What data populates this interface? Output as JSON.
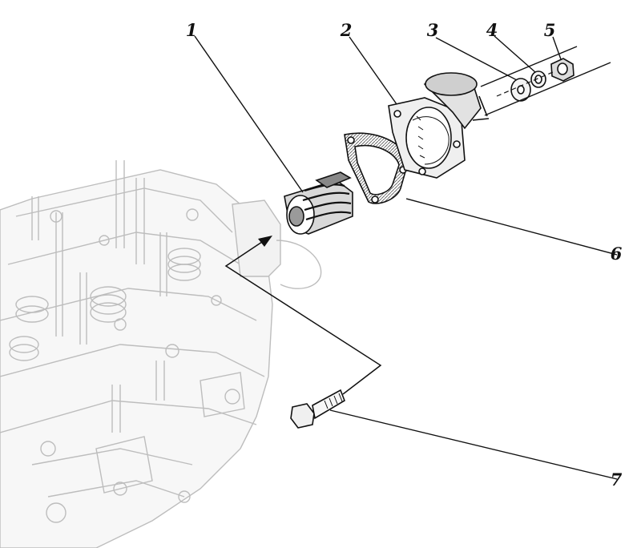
{
  "diagram": {
    "callouts": [
      {
        "id": "1",
        "label": "1"
      },
      {
        "id": "2",
        "label": "2"
      },
      {
        "id": "3",
        "label": "3"
      },
      {
        "id": "4",
        "label": "4"
      },
      {
        "id": "5",
        "label": "5"
      },
      {
        "id": "6",
        "label": "6"
      },
      {
        "id": "7",
        "label": "7"
      }
    ],
    "colors": {
      "ink": "#111111",
      "faint": "#b8b8b8",
      "shade": "#6a6a6a"
    }
  }
}
